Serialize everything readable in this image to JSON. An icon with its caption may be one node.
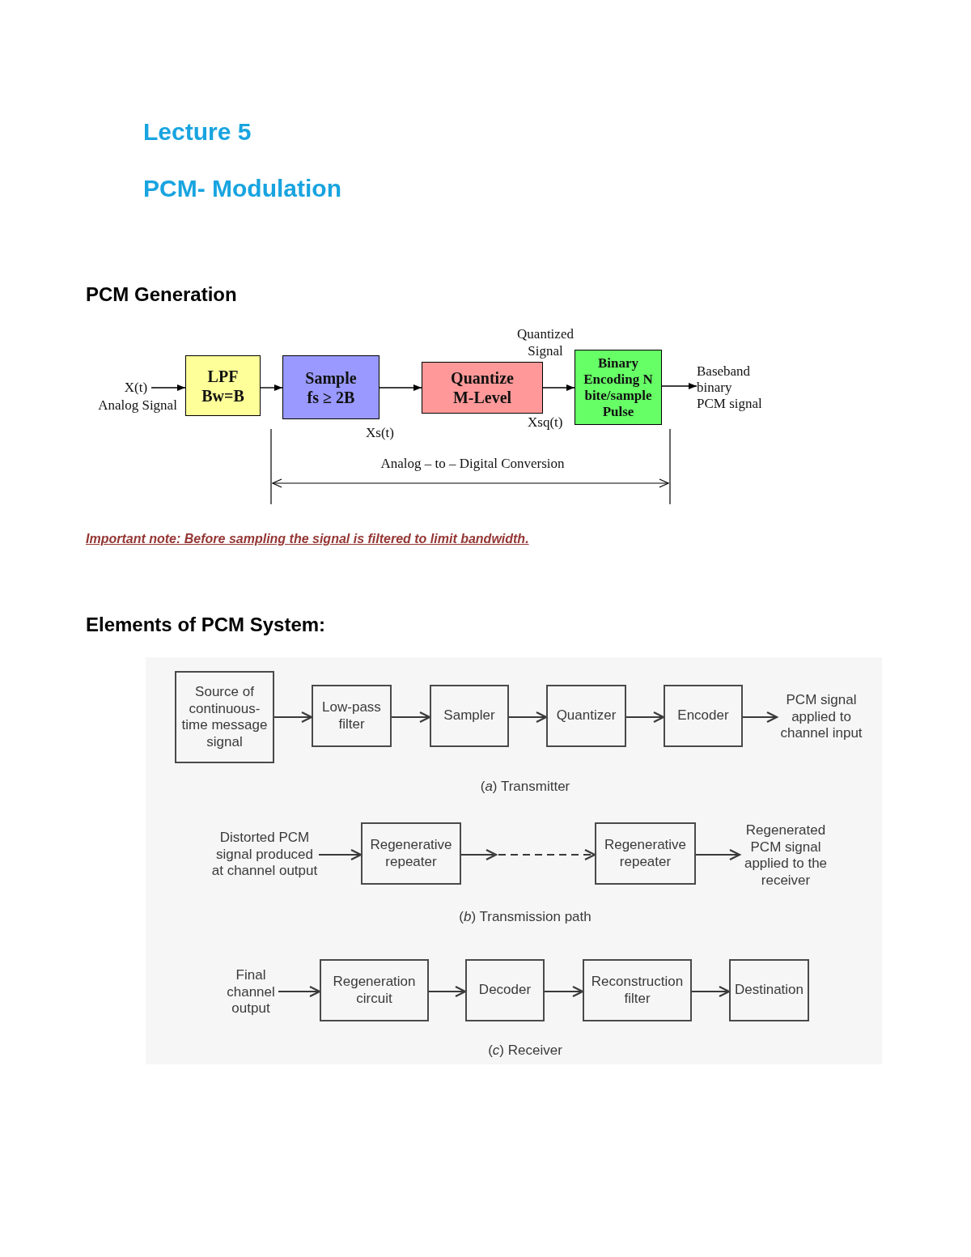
{
  "diagram": {
    "title": "Lecture 5",
    "nodes": [
      {
        "text": [
          "X(t)"
        ],
        "beside": [
          "Analog Signal"
        ]
      },
      {
        "text": [
          "LPF",
          "Bw=B"
        ]
      },
      {
        "text": [
          "Sample",
          "fs ≥ 2B"
        ]
      },
      {
        "text": [
          "Quantize",
          "M-Level"
        ]
      },
      {
        "text": [
          "Binary Encoding N bite/sample Pulse"
        ]
      },
      {
        "text": [
          "Baseband binary PCM signal"
        ]
      },
      {
        "text": [
          "Source of continuous-time message signal"
        ]
      },
      {
        "text": [
          "Low-pass filter"
        ]
      },
      {
        "text": [
          "Sampler"
        ]
      },
      {
        "text": [
          "Quantizer"
        ]
      },
      {
        "text": [
          "Encoder"
        ]
      },
      {
        "text": [
          "PCM signal applied to channel input"
        ]
      },
      {
        "text": [
          "Distorted PCM signal produced at channel output"
        ]
      },
      {
        "text": [
          "Regenerative repeater"
        ]
      },
      {
        "text": [
          "Regenerative repeater"
        ]
      },
      {
        "text": [
          "Regenerated PCM signal applied to the receiver"
        ]
      },
      {
        "text": [
          "Final channel output"
        ]
      },
      {
        "text": [
          "Regeneration circuit"
        ]
      },
      {
        "text": [
          "Decoder"
        ]
      },
      {
        "text": [
          "Reconstruction filter"
        ]
      },
      {
        "text": [
          "Destination"
        ]
      }
    ],
    "edges": [
      {
        "from": 0,
        "to": 1,
        "arrow": "to"
      },
      {
        "from": 1,
        "to": 2,
        "arrow": "to"
      },
      {
        "from": 2,
        "to": 3,
        "arrow": "to"
      },
      {
        "from": 3,
        "to": 4,
        "arrow": "to"
      },
      {
        "from": 4,
        "to": 5,
        "arrow": "to"
      },
      {
        "from": 6,
        "to": 7,
        "arrow": "to"
      },
      {
        "from": 7,
        "to": 8,
        "arrow": "to"
      },
      {
        "from": 8,
        "to": 9,
        "arrow": "to"
      },
      {
        "from": 9,
        "to": 10,
        "arrow": "to"
      },
      {
        "from": 10,
        "to": 11,
        "arrow": "to"
      },
      {
        "from": 12,
        "to": 13,
        "arrow": "to"
      },
      {
        "from": 13,
        "to": 14,
        "arrow": "to",
        "style": "dashed"
      },
      {
        "from": 14,
        "to": 15,
        "arrow": "to"
      },
      {
        "from": 16,
        "to": 17,
        "arrow": "to"
      },
      {
        "from": 17,
        "to": 18,
        "arrow": "to"
      },
      {
        "from": 18,
        "to": 19,
        "arrow": "to"
      },
      {
        "from": 19,
        "to": 20,
        "arrow": "to"
      }
    ],
    "labels": [
      "PCM- Modulation",
      "PCM Generation",
      "Quantized Signal",
      "Xs(t)",
      "Xsq(t)",
      "Analog – to – Digital Conversion",
      "Important note: Before sampling the signal is filtered to limit bandwidth.",
      "Elements of PCM System:",
      "(*a*) Transmitter",
      "(*b*) Transmission path",
      "(*c*) Receiver"
    ]
  }
}
